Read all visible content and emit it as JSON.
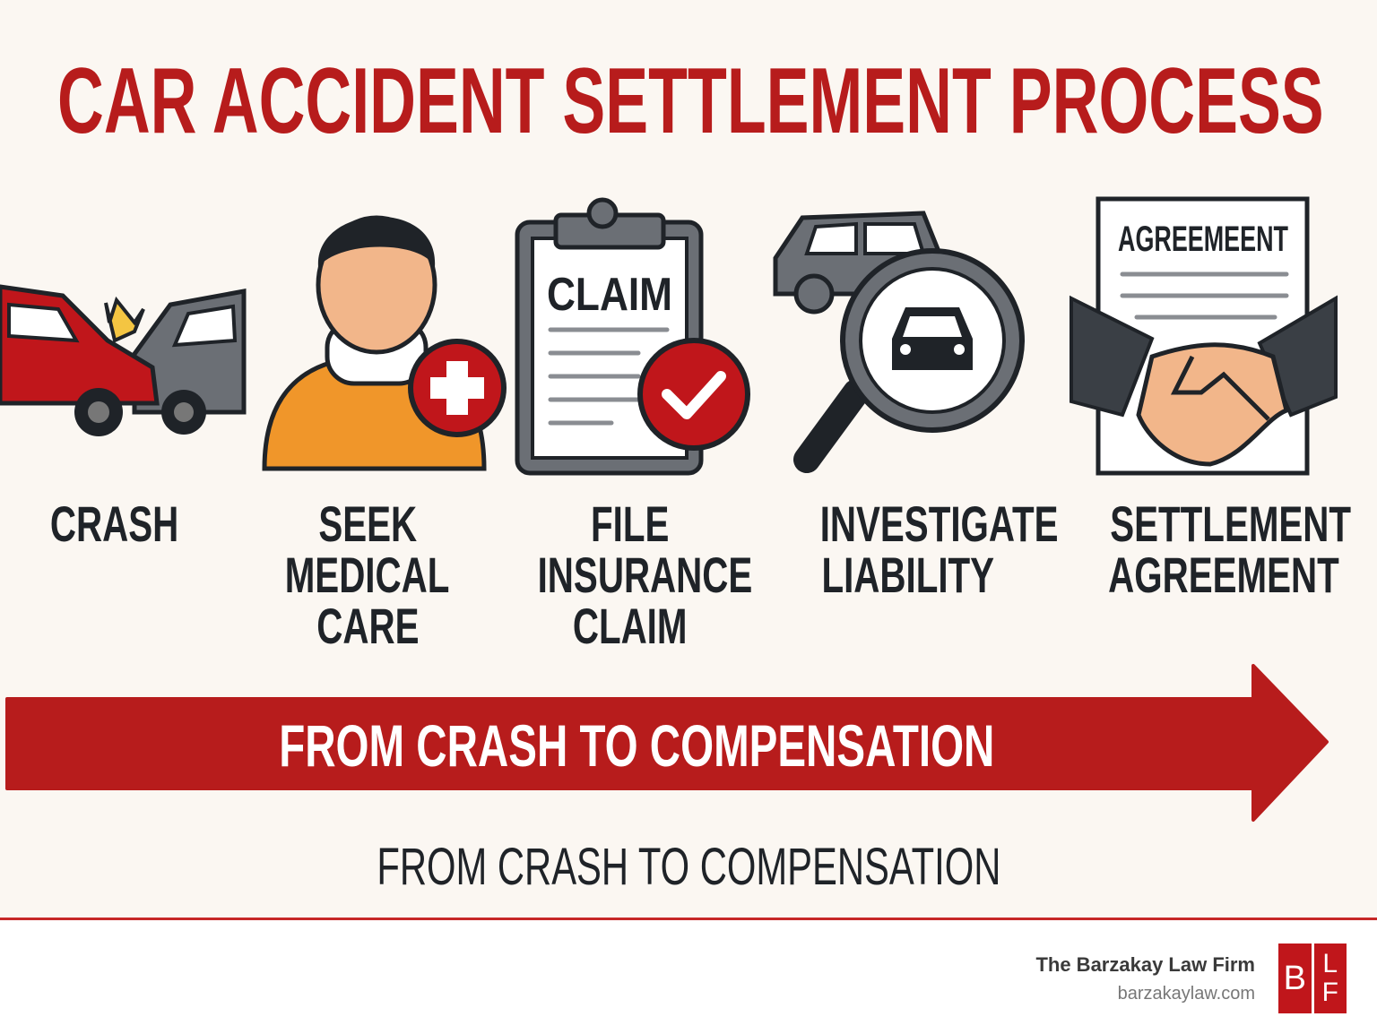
{
  "title": "CAR ACCIDENT SETTLEMENT PROCESS",
  "steps": [
    {
      "lines": [
        "CRASH"
      ],
      "icon": "car-crash-icon"
    },
    {
      "lines": [
        "SEEK",
        "MEDICAL",
        "CARE"
      ],
      "icon": "injured-person-icon"
    },
    {
      "lines": [
        "FILE",
        "INSURANCE",
        "CLAIM"
      ],
      "icon": "clipboard-claim-icon",
      "icon_text": "CLAIM"
    },
    {
      "lines": [
        "INVESTIGATE",
        "LIABILITY"
      ],
      "icon": "magnifier-car-icon"
    },
    {
      "lines": [
        "SETTLEMENT",
        "AGREEMENT"
      ],
      "icon": "handshake-agreement-icon",
      "icon_text": "AGREEMEENT"
    }
  ],
  "arrow_text": "FROM CRASH TO COMPENSATION",
  "subtitle": "FROM CRASH TO COMPENSATION",
  "footer": {
    "firm": "The Barzakay Law Firm",
    "site": "barzakaylaw.com",
    "logo_b": "B",
    "logo_l": "L",
    "logo_f": "F"
  },
  "colors": {
    "accent": "#b71c1c",
    "background": "#fbf7f2",
    "dark": "#1f2328"
  }
}
